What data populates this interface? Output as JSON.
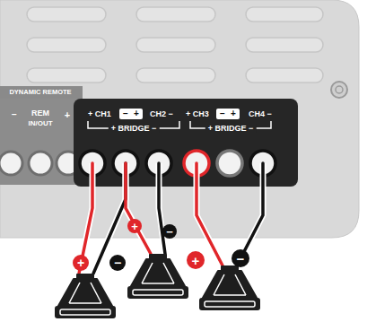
{
  "diagram": {
    "labels": [
      "DYNAMIC REMOTE",
      "−",
      "REM",
      "IN/OUT",
      "+",
      "+ CH1",
      "−",
      "+",
      "CH2 −",
      "+ CH3",
      "−",
      "+",
      "CH4 −",
      "+ BRIDGE −",
      "+ BRIDGE −",
      "+",
      "−",
      "+",
      "−",
      "+",
      "−"
    ]
  }
}
